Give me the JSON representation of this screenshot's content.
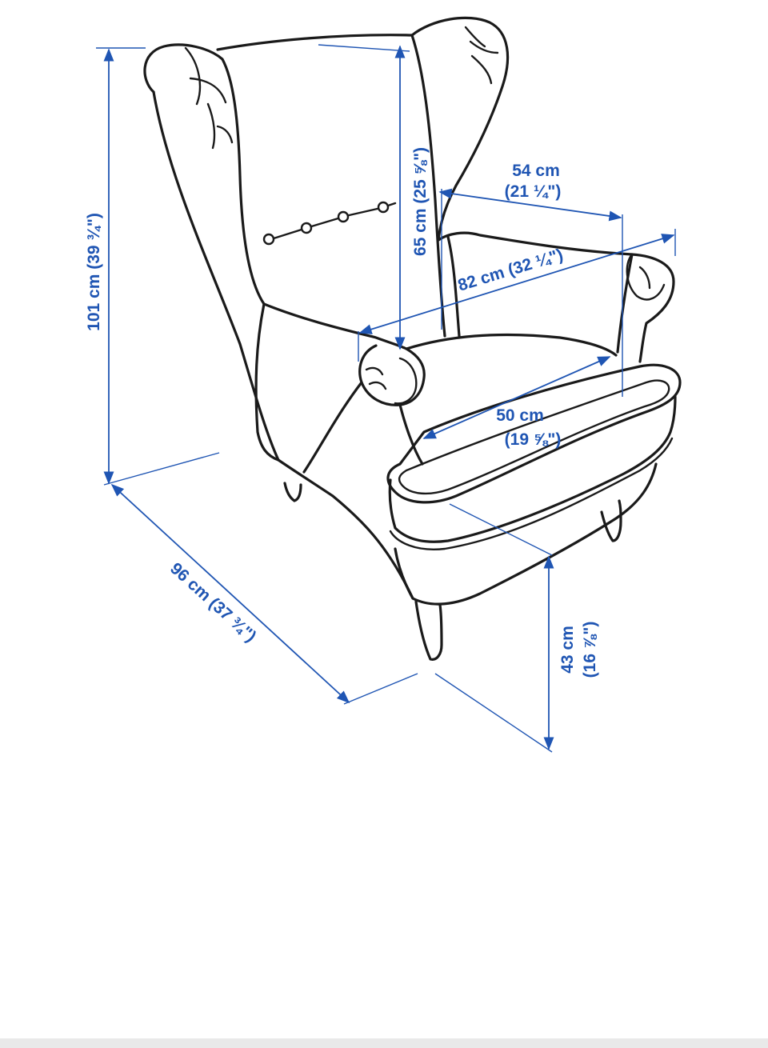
{
  "colors": {
    "dimension": "#1f55b3",
    "outline": "#1a1a1a",
    "background": "#ffffff",
    "bottom_bar": "#e9e9e9"
  },
  "dimensions": {
    "overall_height": {
      "label": "101 cm (39 ¾\")"
    },
    "back_height": {
      "label": "65 cm (25 ⅝\")"
    },
    "seat_depth": {
      "line1": "54 cm",
      "line2": "(21 ¼\")"
    },
    "overall_width": {
      "label": "82 cm (32 ¼\")"
    },
    "seat_width": {
      "line1": "50 cm",
      "line2": "(19 ⅝\")"
    },
    "overall_depth": {
      "label": "96 cm (37 ¾\")"
    },
    "seat_height": {
      "line1": "43 cm",
      "line2": "(16 ⅞\")"
    }
  }
}
